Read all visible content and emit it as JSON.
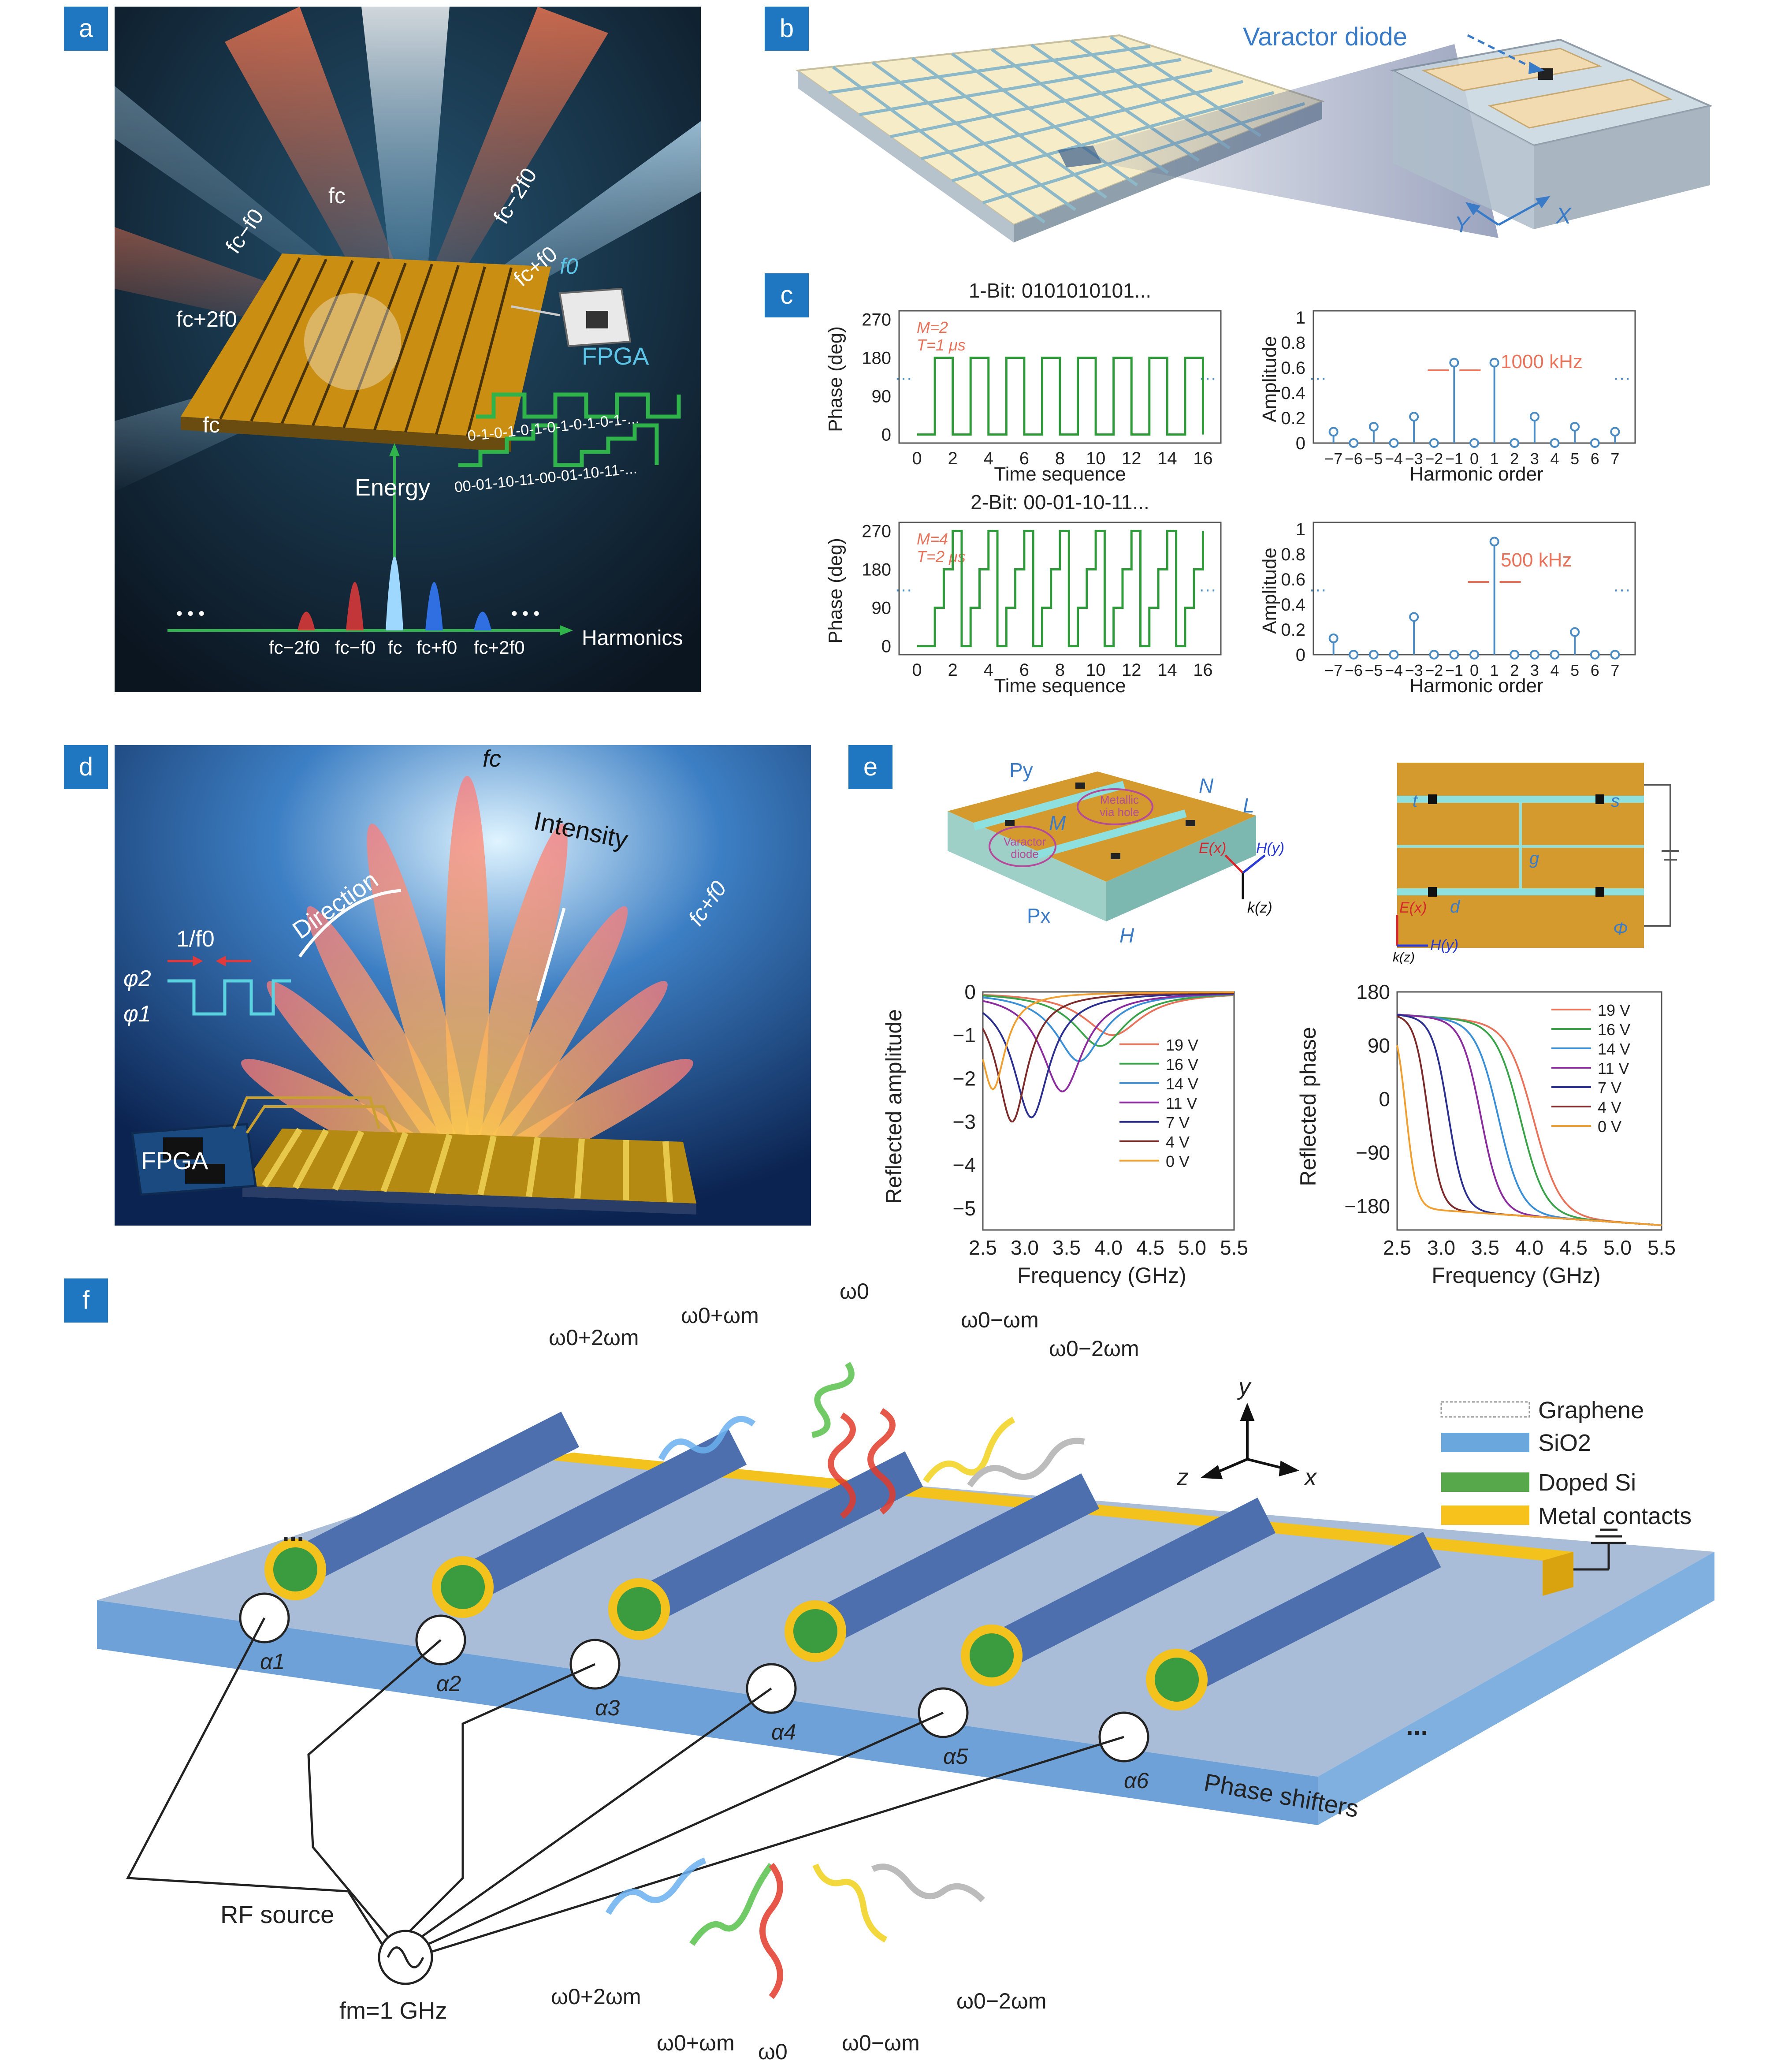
{
  "labels": {
    "a": "a",
    "b": "b",
    "c": "c",
    "d": "d",
    "e": "e",
    "f": "f"
  },
  "panel_a": {
    "beams": [
      "fc−f0",
      "fc−2f0",
      "fc+f0",
      "fc+2f0",
      "fc",
      "fc"
    ],
    "f0_label": "f0",
    "fpga": "FPGA",
    "seq1": "0-1-0-1-0-1-0-1-0-1-0-1-...",
    "seq2": "00-01-10-11-00-01-10-11-...",
    "energy": "Energy",
    "harmonics": "Harmonics",
    "dots": "• • •",
    "peaks": [
      "fc−2f0",
      "fc−f0",
      "fc",
      "fc+f0",
      "fc+2f0"
    ]
  },
  "panel_b": {
    "callout": "Varactor diode",
    "axis_y": "Y",
    "axis_x": "X"
  },
  "panel_c": {
    "title_1bit": "1-Bit: 0101010101...",
    "title_2bit": "2-Bit: 00-01-10-11...",
    "phase_ylabel": "Phase (deg)",
    "time_xlabel": "Time sequence",
    "amp_ylabel": "Amplitude",
    "harm_xlabel": "Harmonic order",
    "note1_m": "M=2",
    "note1_t": "T=1 μs",
    "note2_m": "M=4",
    "note2_t": "T=2 μs",
    "annot1": "1000 kHz",
    "annot2": "500 kHz",
    "dots": "···"
  },
  "panel_d": {
    "fc": "fc",
    "intensity": "Intensity",
    "direction": "Direction",
    "fcf0": "fc+f0",
    "inv": "1/f0",
    "phi2": "φ2",
    "phi1": "φ1",
    "fpga": "FPGA"
  },
  "panel_e": {
    "Py": "Py",
    "Px": "Px",
    "N": "N",
    "L": "L",
    "M": "M",
    "H": "H",
    "via": "Metallic via hole",
    "varactor": "Varactor diode",
    "Ex": "E(x)",
    "Hy": "H(y)",
    "kz": "k(z)",
    "t": "t",
    "s": "s",
    "g": "g",
    "d": "d",
    "Phi": "Φ",
    "amp_ylabel": "Reflected amplitude",
    "phase_ylabel": "Reflected phase",
    "xlabel": "Frequency (GHz)"
  },
  "panel_f": {
    "labels_top": [
      "ω0+2ωm",
      "ω0+ωm",
      "ω0",
      "ω0−ωm",
      "ω0−2ωm"
    ],
    "labels_bottom": [
      "ω0+2ωm",
      "ω0+ωm",
      "ω0",
      "ω0−ωm",
      "ω0−2ωm"
    ],
    "axis_y": "y",
    "axis_z": "z",
    "axis_x": "x",
    "legend": [
      "Graphene",
      "SiO2",
      "Doped Si",
      "Metal contacts"
    ],
    "legend_colors": [
      "#9a9a9a",
      "#6aa7dc",
      "#57a84a",
      "#f6c21b"
    ],
    "alphas": [
      "α1",
      "α2",
      "α3",
      "α4",
      "α5",
      "α6"
    ],
    "rf_source": "RF source",
    "fm": "fm=1 GHz",
    "phase_shifters": "Phase shifters",
    "dots": "..."
  },
  "chart_data": [
    {
      "type": "line",
      "title": "1-Bit: 0101010101...",
      "xlabel": "Time sequence",
      "ylabel": "Phase (deg)",
      "x": [
        0,
        1,
        1,
        2,
        2,
        3,
        3,
        4,
        4,
        5,
        5,
        6,
        6,
        7,
        7,
        8,
        8,
        9,
        9,
        10,
        10,
        11,
        11,
        12,
        12,
        13,
        13,
        14,
        14,
        15,
        15,
        16,
        16
      ],
      "y": [
        0,
        0,
        180,
        180,
        0,
        0,
        180,
        180,
        0,
        0,
        180,
        180,
        0,
        0,
        180,
        180,
        0,
        0,
        180,
        180,
        0,
        0,
        180,
        180,
        0,
        0,
        180,
        180,
        0,
        0,
        180,
        180,
        0
      ],
      "xticks": [
        0,
        2,
        4,
        6,
        8,
        10,
        12,
        14,
        16
      ],
      "yticks": [
        0,
        90,
        180,
        270
      ],
      "xlim": [
        -1,
        17
      ],
      "ylim": [
        -20,
        290
      ]
    },
    {
      "type": "bar",
      "title": "",
      "xlabel": "Harmonic order",
      "ylabel": "Amplitude",
      "categories": [
        -7,
        -6,
        -5,
        -4,
        -3,
        -2,
        -1,
        0,
        1,
        2,
        3,
        4,
        5,
        6,
        7
      ],
      "values": [
        0.09,
        0.0,
        0.13,
        0.0,
        0.21,
        0.0,
        0.64,
        0.0,
        0.64,
        0.0,
        0.21,
        0.0,
        0.13,
        0.0,
        0.09
      ],
      "ylim": [
        0,
        1.0
      ],
      "yticks": [
        0,
        0.2,
        0.4,
        0.6,
        0.8,
        1.0
      ],
      "annotation": "1000 kHz"
    },
    {
      "type": "line",
      "title": "2-Bit: 00-01-10-11...",
      "xlabel": "Time sequence",
      "ylabel": "Phase (deg)",
      "x": [
        0,
        1,
        1,
        1.5,
        1.5,
        2,
        2,
        2.5,
        2.5,
        3,
        3,
        3.5,
        3.5,
        4,
        4,
        4.5,
        4.5,
        5,
        5,
        5.5,
        5.5,
        6,
        6,
        6.5,
        6.5,
        7,
        7,
        7.5,
        7.5,
        8,
        8,
        8.5,
        8.5,
        9,
        9,
        9.5,
        9.5,
        10,
        10,
        10.5,
        10.5,
        11,
        11,
        11.5,
        11.5,
        12,
        12,
        12.5,
        12.5,
        13,
        13,
        13.5,
        13.5,
        14,
        14,
        14.5,
        14.5,
        15,
        15,
        15.5,
        15.5,
        16,
        16
      ],
      "y": [
        0,
        0,
        90,
        90,
        180,
        180,
        270,
        270,
        0,
        0,
        90,
        90,
        180,
        180,
        270,
        270,
        0,
        0,
        90,
        90,
        180,
        180,
        270,
        270,
        0,
        0,
        90,
        90,
        180,
        180,
        270,
        270,
        0,
        0,
        90,
        90,
        180,
        180,
        270,
        270,
        0,
        0,
        90,
        90,
        180,
        180,
        270,
        270,
        0,
        0,
        90,
        90,
        180,
        180,
        270,
        270,
        0,
        0,
        90,
        90,
        180,
        180,
        270
      ],
      "xticks": [
        0,
        2,
        4,
        6,
        8,
        10,
        12,
        14,
        16
      ],
      "yticks": [
        0,
        90,
        180,
        270
      ],
      "xlim": [
        -1,
        17
      ],
      "ylim": [
        -20,
        290
      ]
    },
    {
      "type": "bar",
      "title": "",
      "xlabel": "Harmonic order",
      "ylabel": "Amplitude",
      "categories": [
        -7,
        -6,
        -5,
        -4,
        -3,
        -2,
        -1,
        0,
        1,
        2,
        3,
        4,
        5,
        6,
        7
      ],
      "values": [
        0.13,
        0.0,
        0.0,
        0.0,
        0.3,
        0.0,
        0.0,
        0.0,
        0.9,
        0.0,
        0.0,
        0.0,
        0.18,
        0.0,
        0.0
      ],
      "ylim": [
        0,
        1.0
      ],
      "yticks": [
        0,
        0.2,
        0.4,
        0.6,
        0.8,
        1.0
      ],
      "annotation": "500 kHz"
    },
    {
      "type": "line",
      "title": "",
      "xlabel": "Frequency (GHz)",
      "ylabel": "Reflected amplitude",
      "xlim": [
        2.5,
        5.5
      ],
      "ylim": [
        -5.5,
        0
      ],
      "xticks": [
        2.5,
        3.0,
        3.5,
        4.0,
        4.5,
        5.0,
        5.5
      ],
      "yticks": [
        0,
        -1,
        -2,
        -3,
        -4,
        -5
      ],
      "series": [
        {
          "name": "19 V",
          "color": "#e8735a",
          "dip_x": 4.05,
          "dip_y": -1.0
        },
        {
          "name": "16 V",
          "color": "#3aa34a",
          "dip_x": 3.9,
          "dip_y": -1.25
        },
        {
          "name": "14 V",
          "color": "#3b8fd6",
          "dip_x": 3.65,
          "dip_y": -1.6
        },
        {
          "name": "11 V",
          "color": "#8a2c9e",
          "dip_x": 3.45,
          "dip_y": -2.3
        },
        {
          "name": "7 V",
          "color": "#2b2f8f",
          "dip_x": 3.08,
          "dip_y": -2.9
        },
        {
          "name": "4 V",
          "color": "#7d2a2a",
          "dip_x": 2.85,
          "dip_y": -3.0
        },
        {
          "name": "0 V",
          "color": "#f0a030",
          "dip_x": 2.62,
          "dip_y": -2.25
        }
      ]
    },
    {
      "type": "line",
      "title": "",
      "xlabel": "Frequency (GHz)",
      "ylabel": "Reflected phase",
      "xlim": [
        2.5,
        5.5
      ],
      "ylim": [
        -220,
        180
      ],
      "xticks": [
        2.5,
        3.0,
        3.5,
        4.0,
        4.5,
        5.0,
        5.5
      ],
      "yticks": [
        180,
        90,
        0,
        -90,
        -180
      ],
      "series": [
        {
          "name": "19 V",
          "color": "#e8735a",
          "center": 4.05,
          "width": 0.3
        },
        {
          "name": "16 V",
          "color": "#3aa34a",
          "center": 3.9,
          "width": 0.28
        },
        {
          "name": "14 V",
          "color": "#3b8fd6",
          "center": 3.65,
          "width": 0.26
        },
        {
          "name": "11 V",
          "color": "#8a2c9e",
          "center": 3.45,
          "width": 0.22
        },
        {
          "name": "7 V",
          "color": "#2b2f8f",
          "center": 3.08,
          "width": 0.18
        },
        {
          "name": "4 V",
          "color": "#7d2a2a",
          "center": 2.85,
          "width": 0.15
        },
        {
          "name": "0 V",
          "color": "#f0a030",
          "center": 2.6,
          "width": 0.12
        }
      ]
    }
  ]
}
